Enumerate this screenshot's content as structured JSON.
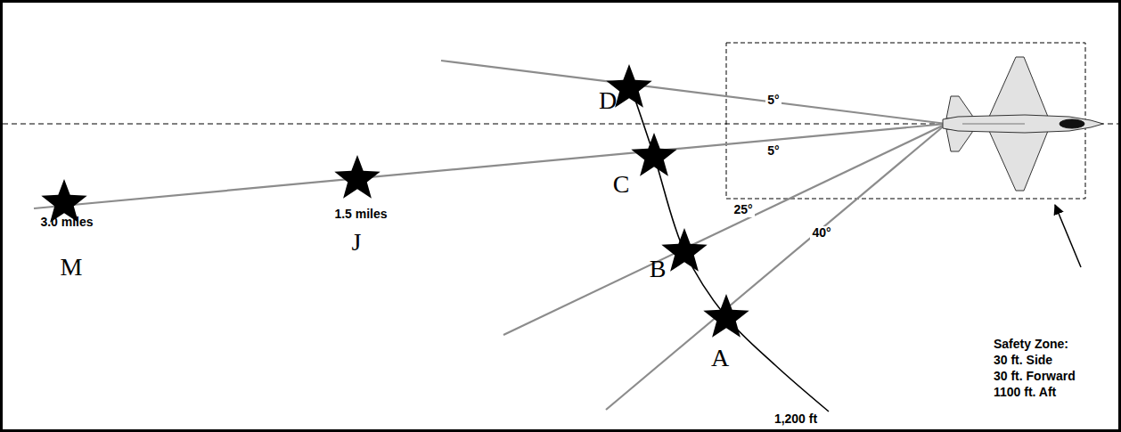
{
  "diagram": {
    "labels": [
      "D",
      "5°",
      "5°",
      "C",
      "25°",
      "40°",
      "3.0 miles",
      "M",
      "1.5 miles",
      "J",
      "B",
      "A",
      "1,200 ft",
      "Safety Zone:",
      "30 ft. Side",
      "30 ft. Forward",
      "1100 ft. Aft"
    ]
  }
}
